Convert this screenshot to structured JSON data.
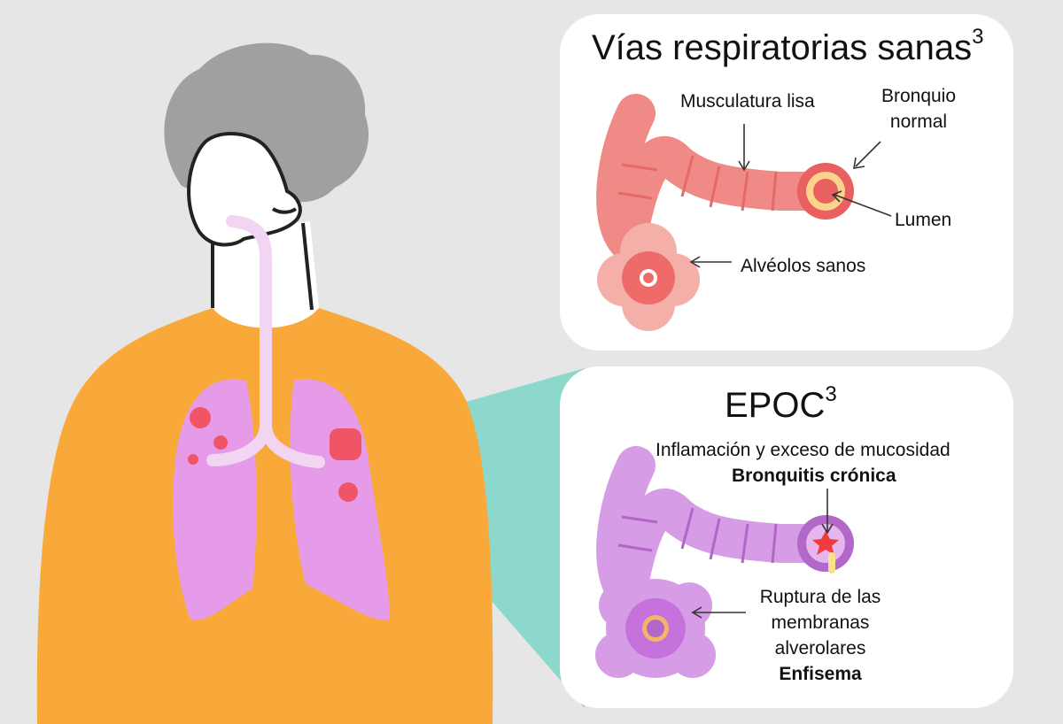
{
  "healthy": {
    "title": "Vías respiratorias sanas",
    "title_sup": "3",
    "labels": {
      "smooth_muscle": "Musculatura lisa",
      "normal_bronchus_1": "Bronquio",
      "normal_bronchus_2": "normal",
      "lumen": "Lumen",
      "healthy_alveoli": "Alvéolos sanos"
    }
  },
  "copd": {
    "title": "EPOC",
    "title_sup": "3",
    "labels": {
      "inflammation": "Inflamación y exceso de mucosidad",
      "chronic_bronchitis": "Bronquitis crónica",
      "rupture_1": "Ruptura de las",
      "rupture_2": "membranas",
      "rupture_3": "alverolares",
      "emphysema": "Enfisema"
    }
  },
  "colors": {
    "background": "#e6e6e6",
    "shirt": "#f9a93a",
    "lungs": "#e69be8",
    "airway": "#f2d5f3",
    "skin": "#ffffff",
    "hair": "#a0a0a0",
    "lesions": "#ef5566",
    "zoom_beam": "#8dd8cc",
    "healthy_bronchus": "#ef8a87",
    "copd_bronchus": "#d79ce6"
  }
}
